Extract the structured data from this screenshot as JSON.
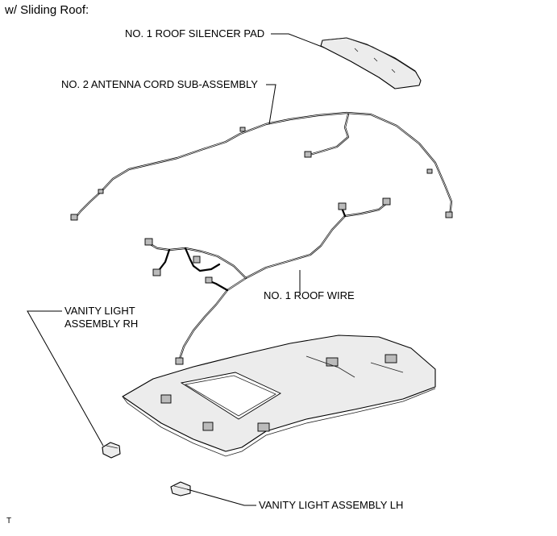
{
  "diagram": {
    "heading": "w/ Sliding Roof:",
    "parts": {
      "silencer_pad": "NO. 1 ROOF SILENCER PAD",
      "antenna_cord": "NO. 2 ANTENNA CORD SUB-ASSEMBLY",
      "roof_wire": "NO. 1 ROOF WIRE",
      "vanity_rh_line1": "VANITY LIGHT",
      "vanity_rh_line2": "ASSEMBLY RH",
      "vanity_lh": "VANITY LIGHT ASSEMBLY LH"
    },
    "corner_mark": "T"
  }
}
